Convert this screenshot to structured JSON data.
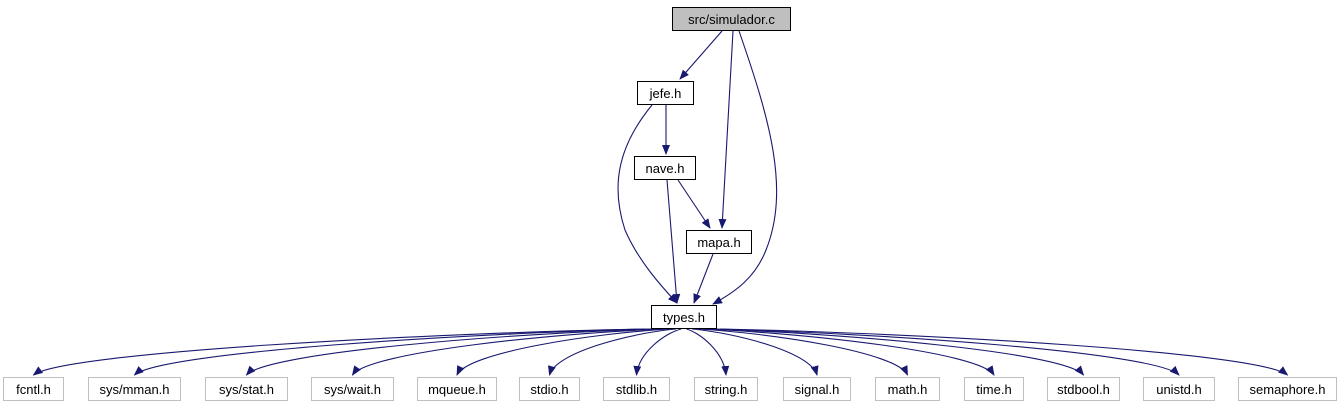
{
  "diagram": {
    "edge_color": "#191970",
    "main_fill": "#bfbfbf",
    "system_border": "#bfbfbf",
    "nodes": {
      "simulador": "src/simulador.c",
      "jefe": "jefe.h",
      "nave": "nave.h",
      "mapa": "mapa.h",
      "types": "types.h",
      "fcntl": "fcntl.h",
      "mman": "sys/mman.h",
      "stat": "sys/stat.h",
      "wait": "sys/wait.h",
      "mqueue": "mqueue.h",
      "stdio": "stdio.h",
      "stdlib": "stdlib.h",
      "string": "string.h",
      "signal": "signal.h",
      "math": "math.h",
      "time": "time.h",
      "stdbool": "stdbool.h",
      "unistd": "unistd.h",
      "semaphore": "semaphore.h"
    },
    "edges": [
      [
        "simulador",
        "jefe"
      ],
      [
        "simulador",
        "mapa"
      ],
      [
        "simulador",
        "types"
      ],
      [
        "jefe",
        "nave"
      ],
      [
        "jefe",
        "types"
      ],
      [
        "nave",
        "mapa"
      ],
      [
        "nave",
        "types"
      ],
      [
        "mapa",
        "types"
      ],
      [
        "types",
        "fcntl"
      ],
      [
        "types",
        "mman"
      ],
      [
        "types",
        "stat"
      ],
      [
        "types",
        "wait"
      ],
      [
        "types",
        "mqueue"
      ],
      [
        "types",
        "stdio"
      ],
      [
        "types",
        "stdlib"
      ],
      [
        "types",
        "string"
      ],
      [
        "types",
        "signal"
      ],
      [
        "types",
        "math"
      ],
      [
        "types",
        "time"
      ],
      [
        "types",
        "stdbool"
      ],
      [
        "types",
        "unistd"
      ],
      [
        "types",
        "semaphore"
      ]
    ]
  }
}
